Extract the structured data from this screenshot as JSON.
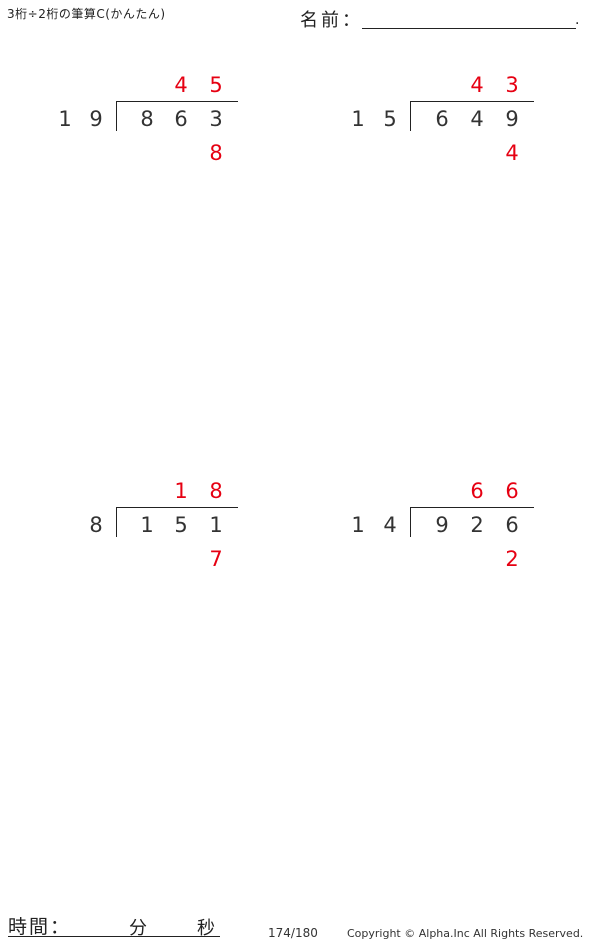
{
  "header": {
    "title": "3桁÷2桁の筆算C(かんたん)",
    "name_label": "名前：",
    "name_end": "."
  },
  "problems": [
    {
      "divisor": [
        "1",
        "9"
      ],
      "dividend": [
        "8",
        "6",
        "3"
      ],
      "quotient": [
        "4",
        "5"
      ],
      "remainder": "8"
    },
    {
      "divisor": [
        "1",
        "5"
      ],
      "dividend": [
        "6",
        "4",
        "9"
      ],
      "quotient": [
        "4",
        "3"
      ],
      "remainder": "4"
    },
    {
      "divisor": [
        "8"
      ],
      "dividend": [
        "1",
        "5",
        "1"
      ],
      "quotient": [
        "1",
        "8"
      ],
      "remainder": "7"
    },
    {
      "divisor": [
        "1",
        "4"
      ],
      "dividend": [
        "9",
        "2",
        "6"
      ],
      "quotient": [
        "6",
        "6"
      ],
      "remainder": "2"
    }
  ],
  "footer": {
    "time_label": "時間：",
    "minutes_label": "分",
    "seconds_label": "秒",
    "page": "174/180",
    "copyright": "Copyright © Alpha.Inc All Rights Reserved."
  },
  "colors": {
    "answer": "#e60012",
    "text": "#222222"
  }
}
